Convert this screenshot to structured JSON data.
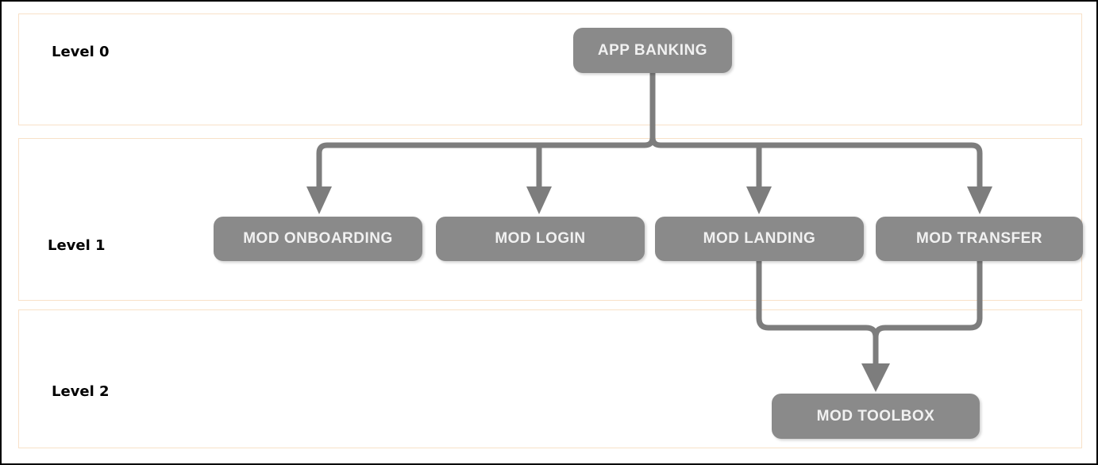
{
  "diagram": {
    "kind": "module-hierarchy-tree",
    "bands": [
      {
        "id": "level-0",
        "label": "Level 0"
      },
      {
        "id": "level-1",
        "label": "Level 1"
      },
      {
        "id": "level-2",
        "label": "Level 2"
      }
    ],
    "nodes": [
      {
        "id": "app-banking",
        "label": "APP BANKING",
        "level": 0
      },
      {
        "id": "mod-onboarding",
        "label": "MOD ONBOARDING",
        "level": 1
      },
      {
        "id": "mod-login",
        "label": "MOD LOGIN",
        "level": 1
      },
      {
        "id": "mod-landing",
        "label": "MOD LANDING",
        "level": 1
      },
      {
        "id": "mod-transfer",
        "label": "MOD TRANSFER",
        "level": 1
      },
      {
        "id": "mod-toolbox",
        "label": "MOD TOOLBOX",
        "level": 2
      }
    ],
    "edges": [
      {
        "from": "app-banking",
        "to": "mod-onboarding"
      },
      {
        "from": "app-banking",
        "to": "mod-login"
      },
      {
        "from": "app-banking",
        "to": "mod-landing"
      },
      {
        "from": "app-banking",
        "to": "mod-transfer"
      },
      {
        "from": "mod-landing",
        "to": "mod-toolbox"
      },
      {
        "from": "mod-transfer",
        "to": "mod-toolbox"
      }
    ],
    "colors": {
      "node_fill": "#8a8a8a",
      "node_text": "#f1f1f1",
      "connector": "#7d7d7d",
      "band_border": "#f8e1c8",
      "frame_border": "#000000",
      "level_label_text": "#000000"
    }
  }
}
